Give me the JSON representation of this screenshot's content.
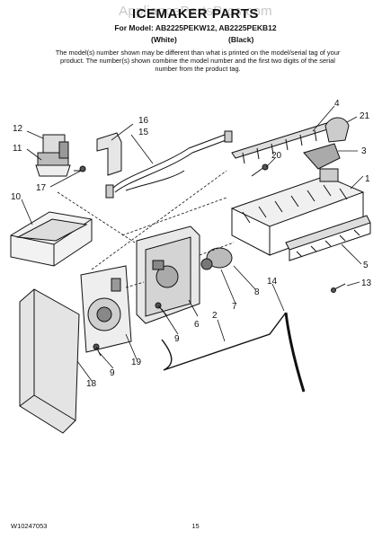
{
  "watermark": "AppliancePartsPros.com",
  "title": "ICEMAKER PARTS",
  "model_line": "For Model: AB2225PEKW12, AB2225PEKB12",
  "color_white": "(White)",
  "color_black": "(Black)",
  "note": "The model(s) number shown may be different than what is printed on the model/serial tag of your product. The number(s) shown combine the model number and the first two digits of the serial number from the product tag.",
  "footer_code": "W10247053",
  "page_number": "15",
  "callouts": [
    "12",
    "16",
    "15",
    "11",
    "17",
    "10",
    "4",
    "21",
    "3",
    "20",
    "1",
    "5",
    "13",
    "14",
    "8",
    "7",
    "6",
    "2",
    "9",
    "19",
    "18",
    "9"
  ]
}
